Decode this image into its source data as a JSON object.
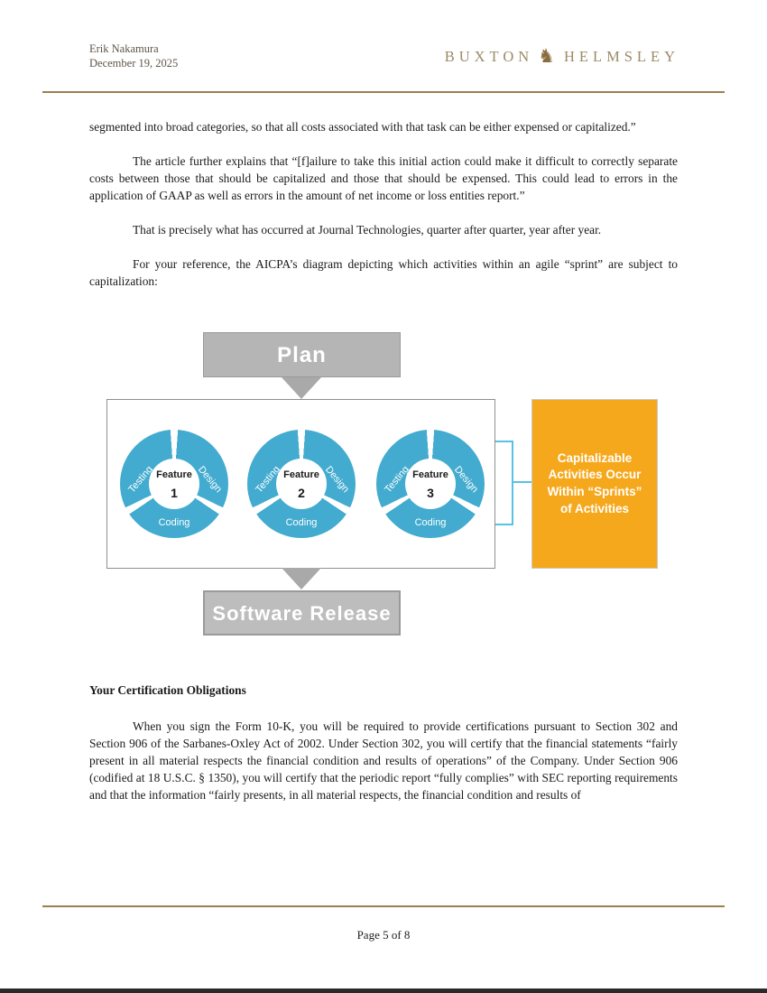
{
  "header": {
    "author": "Erik Nakamura",
    "date": "December 19, 2025",
    "brand_left": "BUXTON",
    "brand_right": "HELMSLEY",
    "horse_glyph": "♞"
  },
  "body": {
    "p1": "segmented into broad categories, so that all costs associated with that task can be either expensed or capitalized.”",
    "p2": "The article further explains that “[f]ailure to take this initial action could make it difficult to correctly separate costs between those that should be capitalized and those that should be expensed.  This could lead to errors in the application of GAAP as well as errors in the amount of net income or loss entities report.”",
    "p3": "That is precisely what has occurred at Journal Technologies, quarter after quarter, year after year.",
    "p4": "For your reference, the AICPA’s diagram depicting which activities within an agile “sprint” are subject to capitalization:",
    "heading": "Your Certification Obligations",
    "p5": "When you sign the Form 10-K, you will be required to provide certifications pursuant to Section 302 and Section 906 of the Sarbanes-Oxley Act of 2002.  Under Section 302, you will certify that the financial statements “fairly present in all material respects the financial condition and results of operations” of the Company.  Under Section 906 (codified at 18 U.S.C. § 1350), you will certify that the periodic report “fully complies” with SEC reporting requirements and that the information “fairly presents, in all material respects, the financial condition and results of"
  },
  "diagram": {
    "plan_label": "Plan",
    "software_release_label": "Software Release",
    "callout": "Capitalizable Activities Occur Within “Sprints” of Activities",
    "wheels": [
      {
        "testing": "Testing",
        "design": "Design",
        "coding": "Coding",
        "feature": "Feature",
        "number": "1"
      },
      {
        "testing": "Testing",
        "design": "Design",
        "coding": "Coding",
        "feature": "Feature",
        "number": "2"
      },
      {
        "testing": "Testing",
        "design": "Design",
        "coding": "Coding",
        "feature": "Feature",
        "number": "3"
      }
    ]
  },
  "footer": {
    "page_label": "Page 5 of 8"
  },
  "colors": {
    "gold": "#9d7f4e",
    "blue": "#43abcf",
    "orange": "#f6a81c",
    "bracket": "#59c2e2"
  }
}
